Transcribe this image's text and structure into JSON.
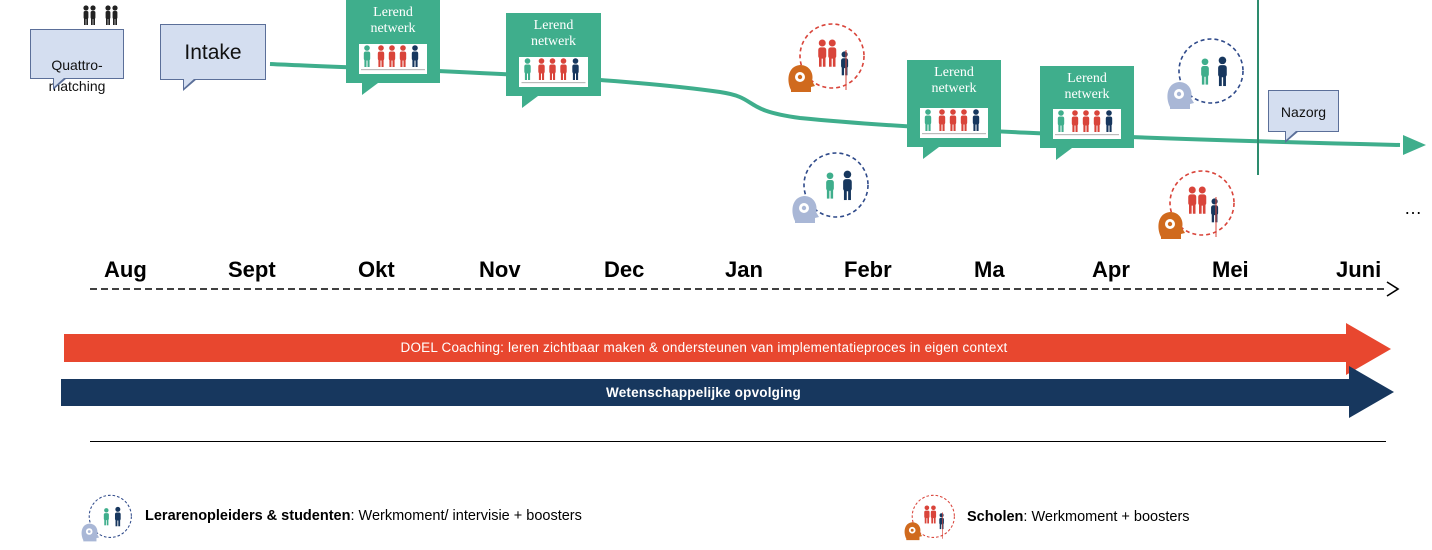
{
  "callouts": {
    "quattro": "Quattro-\nmatching",
    "intake": "Intake",
    "nazorg": "Nazorg",
    "lerend_netwerk": [
      "Lerend netwerk",
      "Lerend netwerk",
      "Lerend netwerk",
      "Lerend netwerk"
    ]
  },
  "months": [
    "Aug",
    "Sept",
    "Okt",
    "Nov",
    "Dec",
    "Jan",
    "Febr",
    "Ma",
    "Apr",
    "Mei",
    "Juni"
  ],
  "ellipsis": "…",
  "arrows": {
    "doel": "DOEL Coaching: leren zichtbaar maken & ondersteunen van implementatieproces in eigen context",
    "wetenschap": "Wetenschappelijke opvolging"
  },
  "legend": {
    "lerarenopleiders_bold": "Lerarenopleiders & studenten",
    "lerarenopleiders_rest": ": Werkmoment/ intervisie + boosters",
    "scholen_bold": "Scholen",
    "scholen_rest": ": Werkmoment + boosters"
  },
  "colors": {
    "green": "#3fae8c",
    "red_arrow": "#e8472f",
    "navy_arrow": "#17375e",
    "bubble_blue": "#d4def0",
    "red_circle": "#d9443a",
    "blue_circle": "#2f4a8a",
    "gear_head_blue": "#a9b7d6",
    "gear_head_orange": "#d06a1e"
  }
}
